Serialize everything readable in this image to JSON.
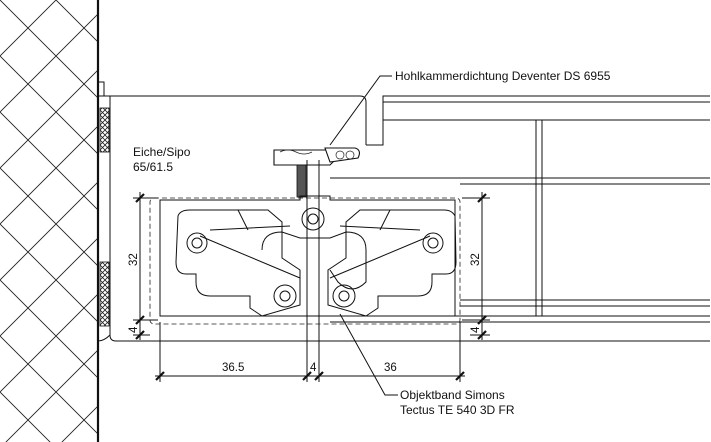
{
  "labels": {
    "seal": "Hohlkammerdichtung Deventer DS 6955",
    "material_line1": "Eiche/Sipo",
    "material_line2": "65/61.5",
    "hinge_line1": "Objektband Simons",
    "hinge_line2": "Tectus TE 540 3D FR"
  },
  "dimensions": {
    "left_height": "32",
    "left_gap": "4",
    "right_height": "32",
    "right_gap": "4",
    "bottom_left": "36.5",
    "bottom_middle": "4",
    "bottom_right": "36"
  },
  "colors": {
    "line": "#111111",
    "background": "#ffffff",
    "seal_fill": "#555555"
  }
}
